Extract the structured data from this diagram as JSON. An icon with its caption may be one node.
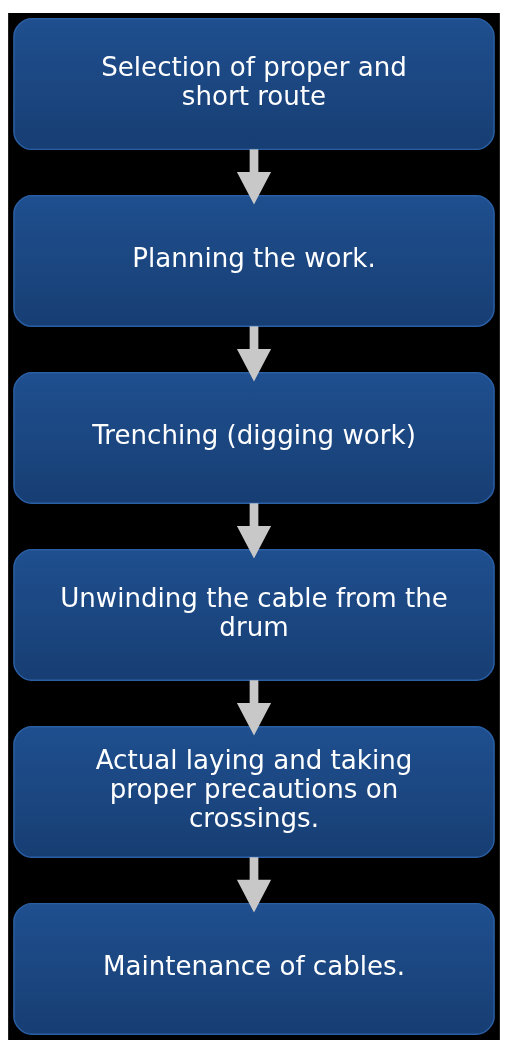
{
  "diagram": {
    "nodes": [
      {
        "text": [
          "Selection of proper and short route"
        ]
      },
      {
        "text": [
          "Planning the work."
        ]
      },
      {
        "text": [
          "Trenching (digging work)"
        ]
      },
      {
        "text": [
          "Unwinding the cable from the drum"
        ]
      },
      {
        "text": [
          "Actual laying and taking proper precautions on crossings."
        ]
      },
      {
        "text": [
          "Maintenance of cables."
        ]
      }
    ],
    "edges": [
      {
        "from": 0,
        "to": 1,
        "arrow": "to"
      },
      {
        "from": 1,
        "to": 2,
        "arrow": "to"
      },
      {
        "from": 2,
        "to": 3,
        "arrow": "to"
      },
      {
        "from": 3,
        "to": 4,
        "arrow": "to"
      },
      {
        "from": 4,
        "to": 5,
        "arrow": "to"
      }
    ]
  }
}
